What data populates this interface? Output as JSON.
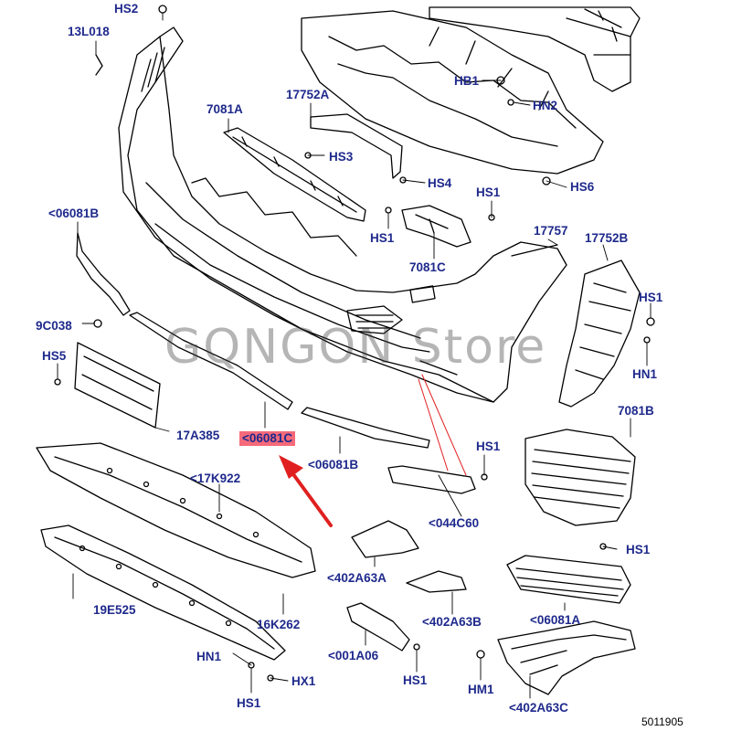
{
  "diagram": {
    "labels": {
      "hs2": "HS2",
      "l13l018": "13L018",
      "l7081a": "7081A",
      "l17752a": "17752A",
      "hb1": "HB1",
      "hn2": "HN2",
      "hs3": "HS3",
      "hs4": "HS4",
      "hs6": "HS6",
      "l06081b_left": "<06081B",
      "hs1_a": "HS1",
      "hs1_b": "HS1",
      "l17757": "17757",
      "l17752b": "17752B",
      "l7081c": "7081C",
      "hs1_c": "HS1",
      "l9c038": "9C038",
      "hn1_right": "HN1",
      "hs5": "HS5",
      "l7081b": "7081B",
      "l17a385": "17A385",
      "l06081c": "<06081C",
      "l06081b_mid": "<06081B",
      "hs1_d": "HS1",
      "l17k922": "<17K922",
      "l044c60": "<044C60",
      "l402a63a": "<402A63A",
      "hs1_e": "HS1",
      "l19e525": "19E525",
      "l402a63b": "<402A63B",
      "l16k262": "16K262",
      "l06081a": "<06081A",
      "hn1_left": "HN1",
      "l001a06": "<001A06",
      "hx1": "HX1",
      "hs1_f": "HS1",
      "hm1": "HM1",
      "hs1_g": "HS1",
      "l402a63c": "<402A63C"
    },
    "watermark": "GQNGON  Store",
    "reference": "5011905",
    "highlight_color": "#f56a7a",
    "arrow_color": "#e02020",
    "label_color": "#1f2a8c"
  }
}
